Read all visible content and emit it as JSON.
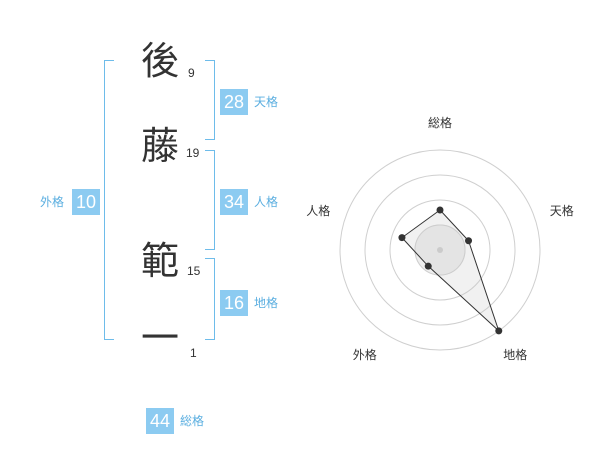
{
  "name_chars": [
    {
      "char": "後",
      "strokes": "9"
    },
    {
      "char": "藤",
      "strokes": "19"
    },
    {
      "char": "範",
      "strokes": "15"
    },
    {
      "char": "一",
      "strokes": "1"
    }
  ],
  "kaku": {
    "tenkaku": {
      "value": "28",
      "label": "天格"
    },
    "jinkaku": {
      "value": "34",
      "label": "人格"
    },
    "chikaku": {
      "value": "16",
      "label": "地格"
    },
    "gaikaku": {
      "value": "10",
      "label": "外格"
    },
    "soukaku": {
      "value": "44",
      "label": "総格"
    }
  },
  "colors": {
    "accent": "#8ccbf1",
    "bracket": "#6ebcea",
    "text": "#333333"
  },
  "chart_data": {
    "type": "radar",
    "axes": [
      "総格",
      "天格",
      "地格",
      "外格",
      "人格"
    ],
    "values": [
      0.4,
      0.3,
      1.0,
      0.2,
      0.4
    ],
    "rings": 4,
    "range": [
      0,
      1
    ]
  }
}
